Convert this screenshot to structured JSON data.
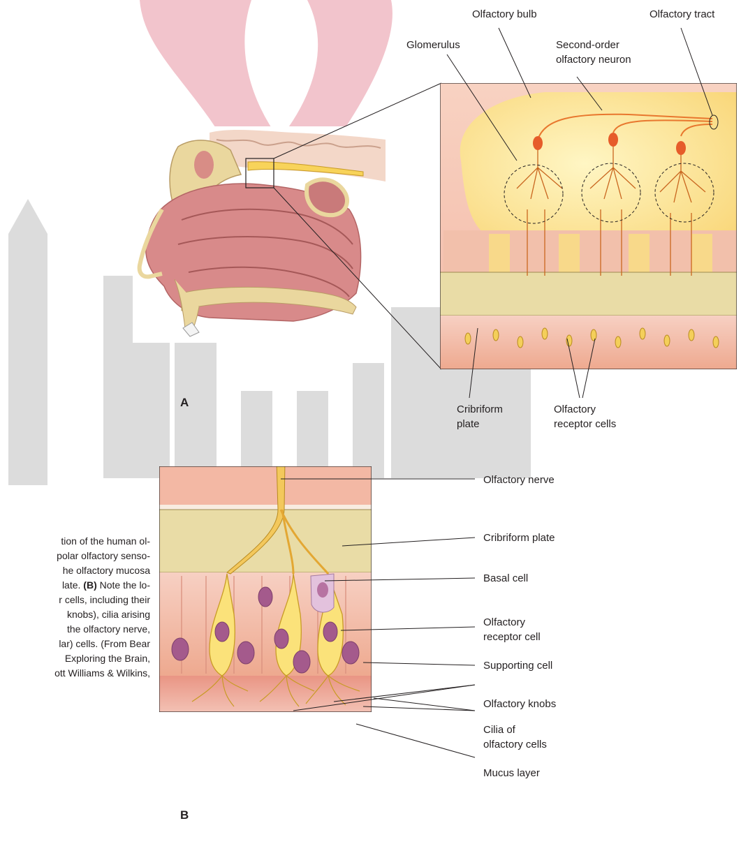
{
  "panels": {
    "a": "A",
    "b": "B"
  },
  "labels_a": {
    "olfactory_bulb": "Olfactory bulb",
    "olfactory_tract": "Olfactory tract",
    "glomerulus": "Glomerulus",
    "second_order_1": "Second-order",
    "second_order_2": "olfactory neuron",
    "cribriform_1": "Cribriform",
    "cribriform_2": "plate",
    "receptor_1": "Olfactory",
    "receptor_2": "receptor cells"
  },
  "labels_b": {
    "olfactory_nerve": "Olfactory nerve",
    "cribriform_plate": "Cribriform plate",
    "basal_cell": "Basal cell",
    "receptor_cell_1": "Olfactory",
    "receptor_cell_2": "receptor cell",
    "supporting_cell": "Supporting cell",
    "olfactory_knobs": "Olfactory knobs",
    "cilia_1": "Cilia of",
    "cilia_2": "olfactory cells",
    "mucus_layer": "Mucus layer"
  },
  "caption_lines": [
    "tion of the human ol-",
    "polar olfactory senso-",
    "he olfactory mucosa",
    "late.",
    "Note the lo-",
    "r cells, including their",
    "knobs), cilia arising",
    "the olfactory nerve,",
    "lar) cells. (From Bear",
    "Exploring the Brain,",
    "ott Williams & Wilkins,"
  ],
  "caption_bold": "(B)",
  "colors": {
    "watermark_pink": "#f2c4cc",
    "watermark_gray": "#dcdcdc",
    "bulb_yellow": "#fde68a",
    "neuron_orange": "#e8772e",
    "bone_beige": "#e9dca6",
    "tissue_pink": "#f6c7b8",
    "cell_yellow": "#fbe27a",
    "nucleus_purple": "#a45a8c"
  }
}
